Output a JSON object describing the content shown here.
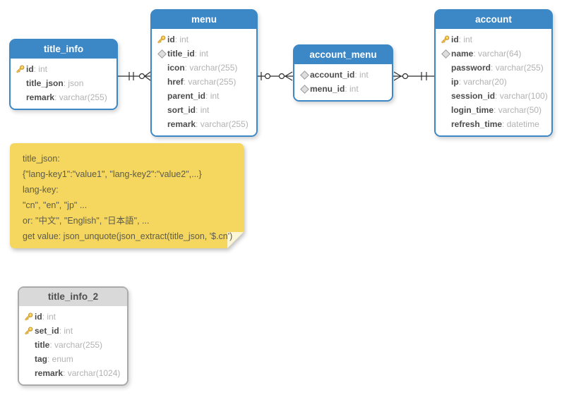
{
  "diagram": {
    "tables": [
      {
        "name": "title_info",
        "header_style": "blue",
        "fields": [
          {
            "icon": "primary-key",
            "name": "id",
            "type": "int"
          },
          {
            "icon": "none",
            "name": "title_json",
            "type": "json"
          },
          {
            "icon": "none",
            "name": "remark",
            "type": "varchar(255)"
          }
        ]
      },
      {
        "name": "menu",
        "header_style": "blue",
        "fields": [
          {
            "icon": "primary-key",
            "name": "id",
            "type": "int"
          },
          {
            "icon": "diamond",
            "name": "title_id",
            "type": "int"
          },
          {
            "icon": "none",
            "name": "icon",
            "type": "varchar(255)"
          },
          {
            "icon": "none",
            "name": "href",
            "type": "varchar(255)"
          },
          {
            "icon": "none",
            "name": "parent_id",
            "type": "int"
          },
          {
            "icon": "none",
            "name": "sort_id",
            "type": "int"
          },
          {
            "icon": "none",
            "name": "remark",
            "type": "varchar(255)"
          }
        ]
      },
      {
        "name": "account_menu",
        "header_style": "blue",
        "fields": [
          {
            "icon": "diamond",
            "name": "account_id",
            "type": "int"
          },
          {
            "icon": "diamond",
            "name": "menu_id",
            "type": "int"
          }
        ]
      },
      {
        "name": "account",
        "header_style": "blue",
        "fields": [
          {
            "icon": "primary-key",
            "name": "id",
            "type": "int"
          },
          {
            "icon": "diamond",
            "name": "name",
            "type": "varchar(64)"
          },
          {
            "icon": "none",
            "name": "password",
            "type": "varchar(255)"
          },
          {
            "icon": "none",
            "name": "ip",
            "type": "varchar(20)"
          },
          {
            "icon": "none",
            "name": "session_id",
            "type": "varchar(100)"
          },
          {
            "icon": "none",
            "name": "login_time",
            "type": "varchar(50)"
          },
          {
            "icon": "none",
            "name": "refresh_time",
            "type": "datetime"
          }
        ]
      },
      {
        "name": "title_info_2",
        "header_style": "gray",
        "fields": [
          {
            "icon": "primary-key",
            "name": "id",
            "type": "int"
          },
          {
            "icon": "primary-key",
            "name": "set_id",
            "type": "int"
          },
          {
            "icon": "none",
            "name": "title",
            "type": "varchar(255)"
          },
          {
            "icon": "none",
            "name": "tag",
            "type": "enum"
          },
          {
            "icon": "none",
            "name": "remark",
            "type": "varchar(1024)"
          }
        ]
      }
    ],
    "note": {
      "lines": [
        "title_json:",
        "{\"lang-key1\":\"value1\", \"lang-key2\":\"value2\",...}",
        "lang-key:",
        "\"cn\", \"en\", \"jp\" ...",
        "or: \"中文\", \"English\", \"日本語\", ...",
        "get value: json_unquote(json_extract(title_json, '$.cn')"
      ]
    },
    "relationships": [
      {
        "from": "title_info",
        "to": "menu",
        "from_end": "one-and-only-one (||)",
        "to_end": "zero-or-many (o<)"
      },
      {
        "from": "menu",
        "to": "account_menu",
        "from_end": "zero-or-one (|o)",
        "to_end": "zero-or-many (o<)"
      },
      {
        "from": "account_menu",
        "to": "account",
        "from_end": "zero-or-many (>o)",
        "to_end": "one-and-only-one (||)"
      }
    ],
    "colors": {
      "table_header_blue": "#3c87c6",
      "table_header_gray": "#d9d9d9",
      "note_background": "#f5d75f",
      "note_fold": "#fcf6d9",
      "field_name_text": "#4c4c4c",
      "field_type_text": "#b2b2b2",
      "key_icon_gold": "#f7cf4e"
    }
  }
}
